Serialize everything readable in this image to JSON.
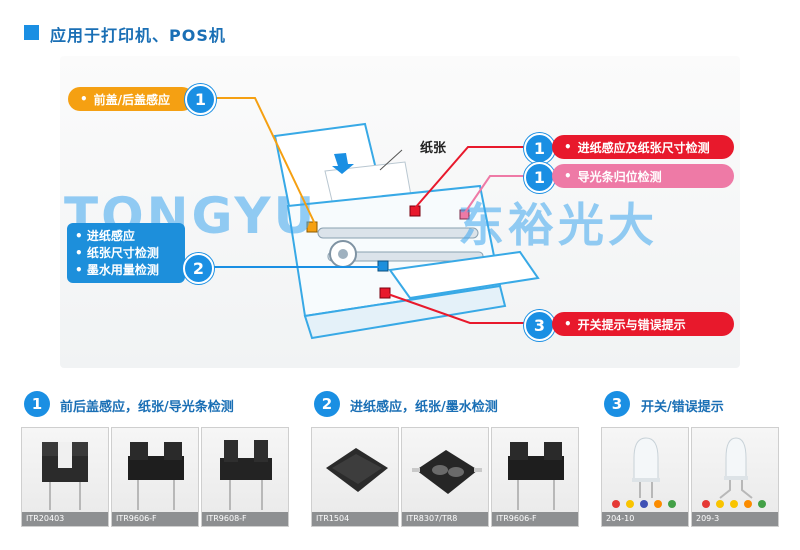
{
  "header": {
    "title": "应用于打印机、POS机"
  },
  "diagram": {
    "paper_label": "纸张",
    "watermark_latin": "TONGYU",
    "watermark_cn": "东裕光大",
    "callouts": {
      "front_cover": {
        "number": "1",
        "label": "前盖/后盖感应",
        "color": "#f5a012"
      },
      "paper_feed_size": {
        "number": "1",
        "label": "进纸感应及纸张尺寸检测",
        "color": "#e8192c"
      },
      "light_guide": {
        "number": "1",
        "label": "导光条归位检测",
        "color": "#ee7aa6"
      },
      "feed_group": {
        "number": "2",
        "lines": [
          "进纸感应",
          "纸张尺寸检测",
          "墨水用量检测"
        ],
        "color": "#1d8fdb"
      },
      "switch_error": {
        "number": "3",
        "label": "开关提示与错误提示",
        "color": "#e8192c"
      }
    }
  },
  "categories": [
    {
      "number": "1",
      "label": "前后盖感应，纸张/导光条检测",
      "products": [
        {
          "model": "ITR20403"
        },
        {
          "model": "ITR9606-F"
        },
        {
          "model": "ITR9608-F"
        }
      ]
    },
    {
      "number": "2",
      "label": "进纸感应，纸张/墨水检测",
      "products": [
        {
          "model": "ITR1504"
        },
        {
          "model": "ITR8307/TR8"
        },
        {
          "model": "ITR9606-F"
        }
      ]
    },
    {
      "number": "3",
      "label": "开关/错误提示",
      "products": [
        {
          "model": "204-10"
        },
        {
          "model": "209-3"
        }
      ]
    }
  ],
  "led_colors": [
    "#e53935",
    "#f9c400",
    "#3f51b5",
    "#fb8c00",
    "#43a047"
  ]
}
